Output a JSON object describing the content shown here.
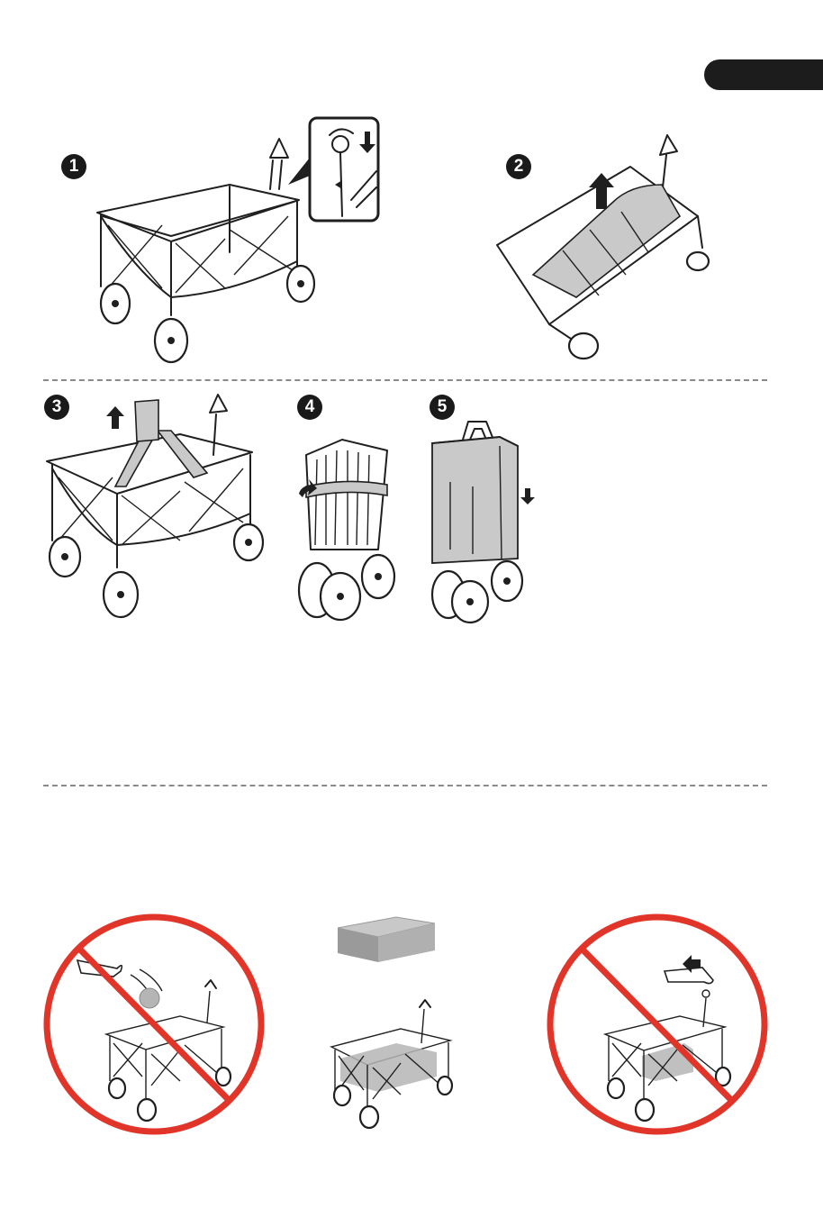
{
  "steps": [
    {
      "number": "1"
    },
    {
      "number": "2"
    },
    {
      "number": "3"
    },
    {
      "number": "4"
    },
    {
      "number": "5"
    }
  ],
  "colors": {
    "tab": "#1c1c1c",
    "prohibition_red": "#e2352a",
    "fabric_gray": "#c9c9c9",
    "line": "#1f1f1f"
  },
  "icons": {
    "step1": "wagon-unfolded-with-release-detail",
    "step2": "wagon-tilted-pull-up-base",
    "step3": "lift-wagon-by-strap",
    "step4": "wrap-folded-wagon-with-strap",
    "step5": "slide-cover-bag-over-folded-wagon",
    "warning1": "no-throwing-objects-into-wagon",
    "correct": "load-evenly-within-wagon",
    "warning2": "no-pulling-wagon-while-loaded-unbalanced"
  }
}
